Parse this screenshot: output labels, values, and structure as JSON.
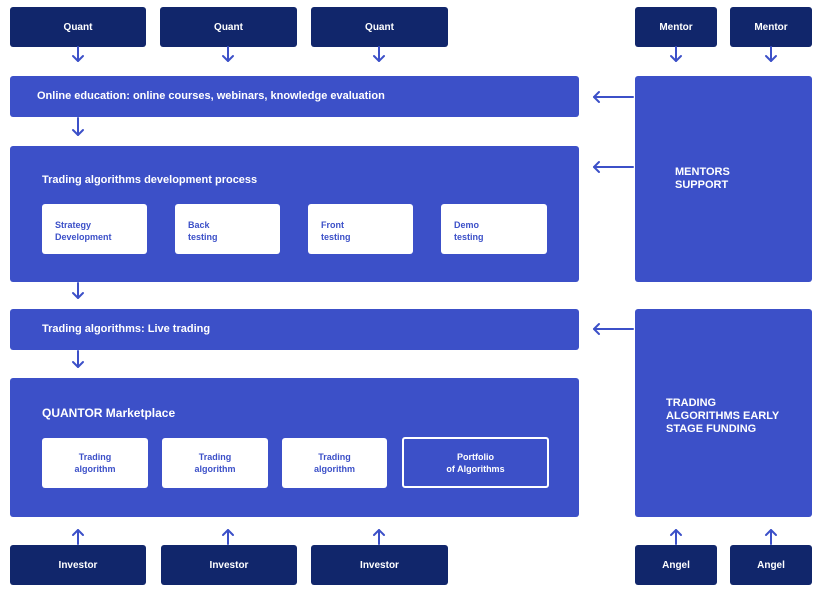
{
  "top_row": {
    "quants": [
      "Quant",
      "Quant",
      "Quant"
    ],
    "mentors": [
      "Mentor",
      "Mentor"
    ]
  },
  "education": {
    "label": "Online education: online courses, webinars, knowledge evaluation"
  },
  "development": {
    "title": "Trading algorithms development process",
    "steps": [
      {
        "line1": "Strategy",
        "line2": "Development"
      },
      {
        "line1": "Back",
        "line2": "testing"
      },
      {
        "line1": "Front",
        "line2": "testing"
      },
      {
        "line1": "Demo",
        "line2": "testing"
      }
    ]
  },
  "live_trading": {
    "label": "Trading algorithms: Live trading"
  },
  "marketplace": {
    "title": "QUANTOR Marketplace",
    "items": [
      {
        "line1": "Trading",
        "line2": "algorithm"
      },
      {
        "line1": "Trading",
        "line2": "algorithm"
      },
      {
        "line1": "Trading",
        "line2": "algorithm"
      }
    ],
    "portfolio": {
      "line1": "Portfolio",
      "line2": "of Algorithms"
    }
  },
  "mentors_support": {
    "line1": "MENTORS",
    "line2": "SUPPORT"
  },
  "early_funding": {
    "line1": "TRADING",
    "line2": "ALGORITHMS EARLY",
    "line3": "STAGE FUNDING"
  },
  "bottom_row": {
    "investors": [
      "Investor",
      "Investor",
      "Investor"
    ],
    "angels": [
      "Angel",
      "Angel"
    ]
  },
  "colors": {
    "dark_navy": "#11266b",
    "primary_blue": "#3c50c8",
    "arrow": "#3c50c8",
    "card": "#ffffff"
  }
}
